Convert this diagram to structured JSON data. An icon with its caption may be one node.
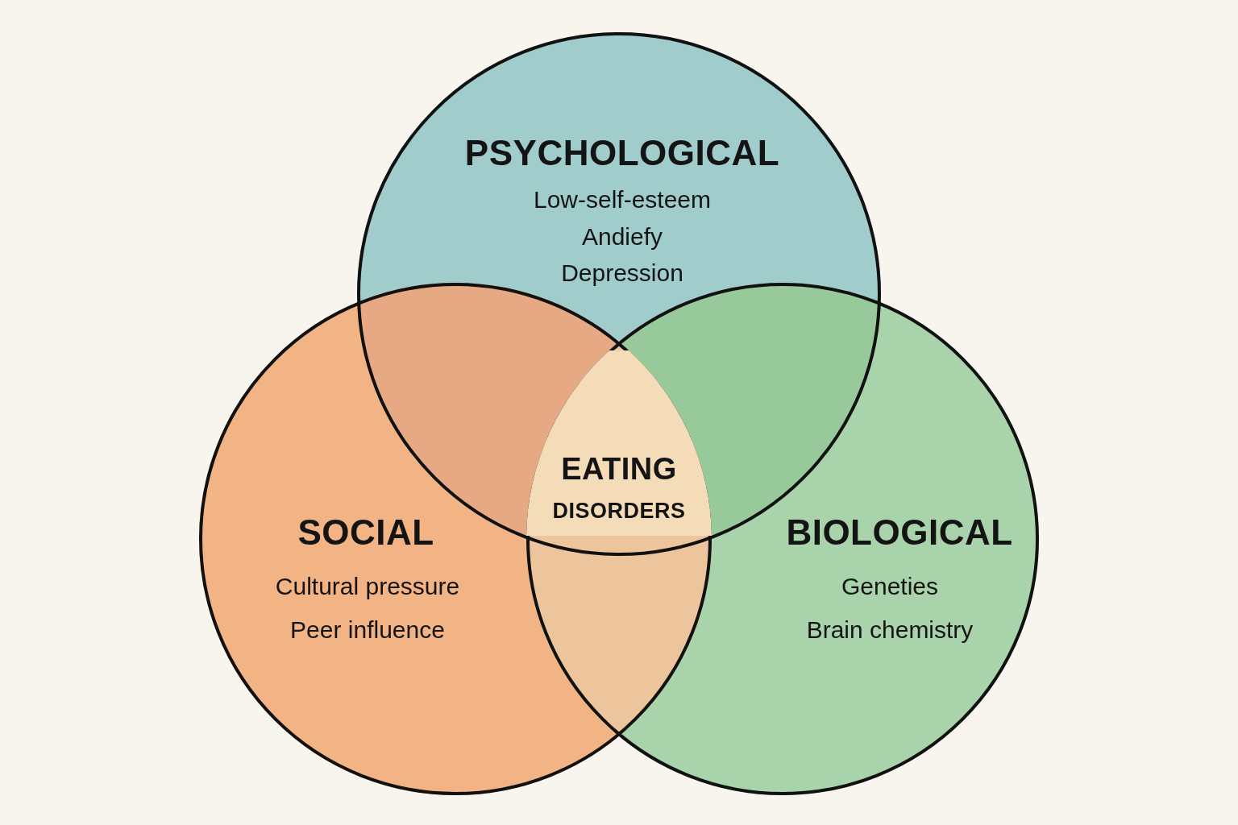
{
  "diagram": {
    "nodes": [
      {
        "text": [
          "PSYCHOLOGICAL",
          "Low-self-esteem",
          "Andiefy",
          "Depression"
        ]
      },
      {
        "text": [
          "SOCIAL",
          "Cultural pressure",
          "Peer influence"
        ]
      },
      {
        "text": [
          "BIOLOGICAL",
          "Geneties",
          "Brain chemistry"
        ]
      },
      {
        "text": [
          "EATING",
          "DISORDERS"
        ]
      }
    ]
  }
}
